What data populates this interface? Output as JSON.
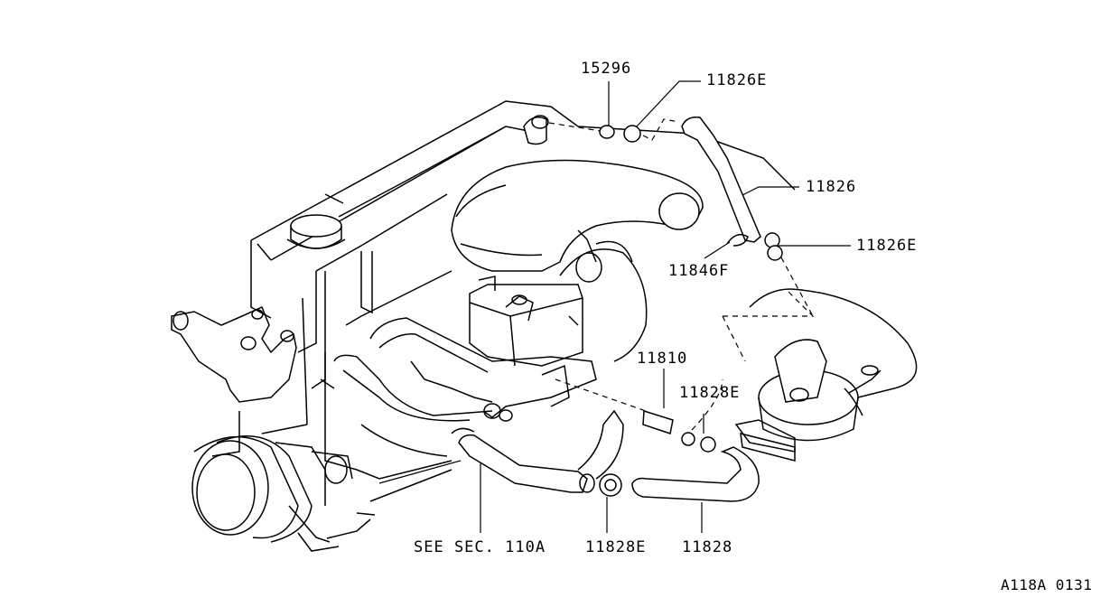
{
  "diagram": {
    "callouts": [
      {
        "id": "p15296",
        "text": "15296"
      },
      {
        "id": "p11826e_top",
        "text": "11826E"
      },
      {
        "id": "p11826",
        "text": "11826"
      },
      {
        "id": "p11826e_right",
        "text": "11826E"
      },
      {
        "id": "p11846f",
        "text": "11846F"
      },
      {
        "id": "p11810",
        "text": "11810"
      },
      {
        "id": "p11828e_mid",
        "text": "11828E"
      },
      {
        "id": "p11828e_bot",
        "text": "11828E"
      },
      {
        "id": "p11828",
        "text": "11828"
      },
      {
        "id": "see_sec",
        "text": "SEE SEC. 110A"
      }
    ],
    "figure_code": "A118A 0131"
  }
}
